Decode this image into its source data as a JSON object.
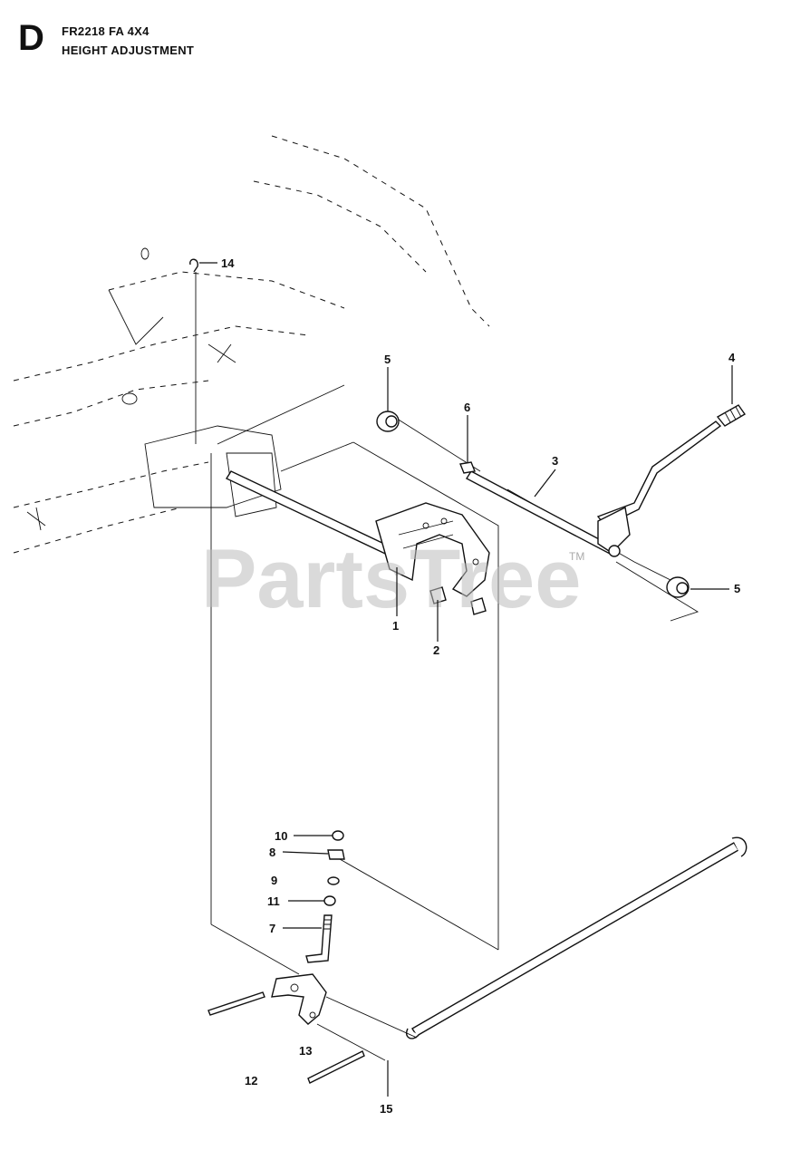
{
  "header": {
    "section_letter": "D",
    "model": "FR2218 FA 4X4",
    "title": "HEIGHT ADJUSTMENT"
  },
  "watermark": {
    "text": "PartsTree",
    "trademark": "TM"
  },
  "callouts": {
    "c1": "1",
    "c2": "2",
    "c3": "3",
    "c4": "4",
    "c5a": "5",
    "c5b": "5",
    "c6": "6",
    "c7": "7",
    "c8": "8",
    "c9": "9",
    "c10": "10",
    "c11": "11",
    "c12": "12",
    "c13": "13",
    "c14": "14",
    "c15": "15"
  }
}
